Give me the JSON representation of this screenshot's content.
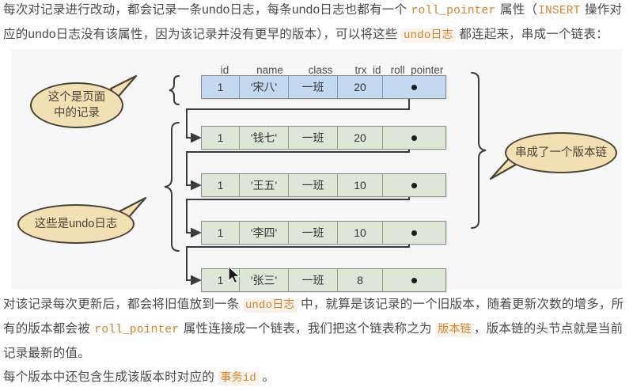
{
  "paragraphs": {
    "top": {
      "seg1": "每次对记录进行改动，都会记录一条undo日志，每条undo日志也都有一个 ",
      "code1": "roll_pointer",
      "seg2": " 属性（",
      "code2": "INSERT",
      "seg3": " 操作对应的undo日志没有该属性，因为该记录并没有更早的版本），可以将这些 ",
      "code3": "undo日志",
      "seg4": " 都连起来，串成一个链表："
    },
    "middle": {
      "seg1": "对该记录每次更新后，都会将旧值放到一条 ",
      "code1": "undo日志",
      "seg2": " 中，就算是该记录的一个旧版本，随着更新次数的增多，所有的版本都会被 ",
      "code2": "roll_pointer",
      "seg3": " 属性连接成一个链表，我们把这个链表称之为 ",
      "code3": "版本链",
      "seg4": "，版本链的头节点就是当前记录最新的值。"
    },
    "bottom": {
      "seg1": "每个版本中还包含生成该版本时对应的 ",
      "code1": "事务id",
      "seg2": " 。"
    }
  },
  "diagram": {
    "columns": [
      "id",
      "name",
      "class",
      "trx_id",
      "roll_pointer"
    ],
    "rows": [
      {
        "id": "1",
        "name": "'宋八'",
        "class": "一班",
        "trx_id": "20",
        "roll_pointer": "•",
        "kind": "current"
      },
      {
        "id": "1",
        "name": "'钱七'",
        "class": "一班",
        "trx_id": "20",
        "roll_pointer": "•",
        "kind": "undo"
      },
      {
        "id": "1",
        "name": "'王五'",
        "class": "一班",
        "trx_id": "10",
        "roll_pointer": "•",
        "kind": "undo"
      },
      {
        "id": "1",
        "name": "'李四'",
        "class": "一班",
        "trx_id": "10",
        "roll_pointer": "•",
        "kind": "undo"
      },
      {
        "id": "1",
        "name": "'张三'",
        "class": "一班",
        "trx_id": "8",
        "roll_pointer": "•",
        "kind": "undo"
      }
    ],
    "bubbles": {
      "page_record_line1": "这个是页面",
      "page_record_line2": "中的记录",
      "undo_logs": "这些是undo日志",
      "version_chain": "串成了一个版本链"
    }
  },
  "colors": {
    "accent": "#d9822b",
    "row_current": "#c3d9ef",
    "row_undo": "#dde7d7",
    "bubble_fill": "#f2dfb3",
    "bubble_stroke": "#4a4336",
    "panel_bg": "#f7f7f8",
    "connector": "#3c3c3c"
  }
}
